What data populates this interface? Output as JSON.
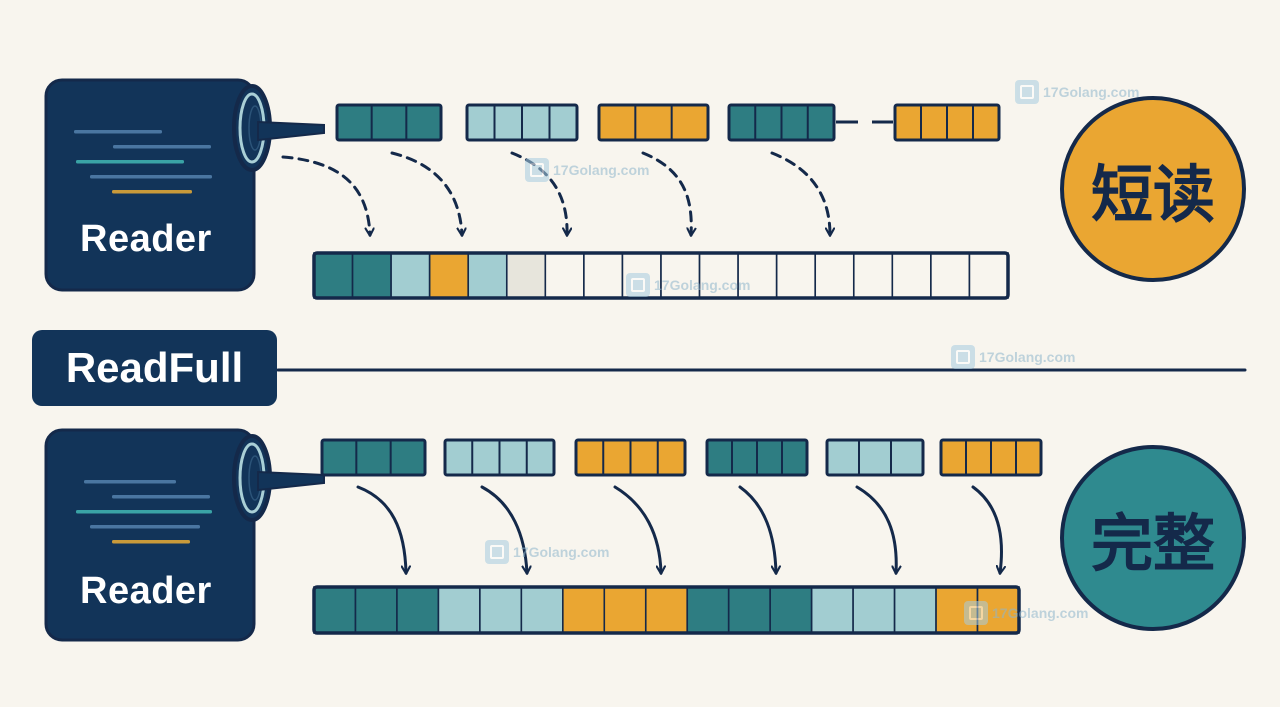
{
  "colors": {
    "background": "#f8f5ee",
    "navy": "#123459",
    "outline": "#14294a",
    "teal_dark": "#2e7d82",
    "teal_light": "#a2cdd1",
    "orange": "#eaa632",
    "empty_cell": "#f8f5ee",
    "badge_orange": "#eaa632",
    "badge_teal": "#2f8a8f"
  },
  "top": {
    "reader_label": "Reader",
    "chunks": [
      {
        "color": "teal_dark",
        "cells": 3
      },
      {
        "color": "teal_light",
        "cells": 4
      },
      {
        "color": "orange",
        "cells": 3
      },
      {
        "color": "teal_dark",
        "cells": 4
      },
      {
        "color": "orange",
        "cells": 4
      }
    ],
    "buffer_cells": [
      "teal_dark",
      "teal_dark",
      "teal_light",
      "orange",
      "teal_light",
      "faint",
      "empty",
      "empty",
      "empty",
      "empty",
      "empty",
      "empty",
      "empty",
      "empty",
      "empty",
      "empty",
      "empty",
      "empty"
    ],
    "badge_text": "短读",
    "arrow_style": "dashed"
  },
  "divider_label": "ReadFull",
  "bottom": {
    "reader_label": "Reader",
    "chunks": [
      {
        "color": "teal_dark",
        "cells": 3
      },
      {
        "color": "teal_light",
        "cells": 4
      },
      {
        "color": "orange",
        "cells": 4
      },
      {
        "color": "teal_dark",
        "cells": 4
      },
      {
        "color": "teal_light",
        "cells": 3
      },
      {
        "color": "orange",
        "cells": 4
      }
    ],
    "buffer_cells": [
      "teal_dark",
      "teal_dark",
      "teal_dark",
      "teal_light",
      "teal_light",
      "teal_light",
      "orange",
      "orange",
      "orange",
      "teal_dark",
      "teal_dark",
      "teal_dark",
      "teal_light",
      "teal_light",
      "teal_light",
      "orange",
      "orange"
    ],
    "badge_text": "完整",
    "arrow_style": "solid"
  },
  "watermark": {
    "text": "17Golang.com"
  }
}
